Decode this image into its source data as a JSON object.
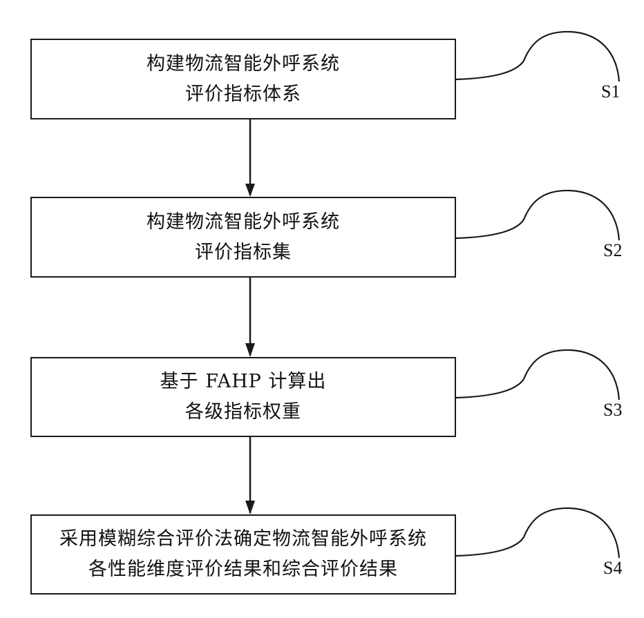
{
  "steps": [
    {
      "label": "S1",
      "line1": "构建物流智能外呼系统",
      "line2": "评价指标体系"
    },
    {
      "label": "S2",
      "line1": "构建物流智能外呼系统",
      "line2": "评价指标集"
    },
    {
      "label": "S3",
      "line1": "基于 FAHP 计算出",
      "line2": "各级指标权重"
    },
    {
      "label": "S4",
      "line1": "采用模糊综合评价法确定物流智能外呼系统",
      "line2": "各性能维度评价结果和综合评价结果"
    }
  ],
  "colors": {
    "stroke": "#1a1a1a",
    "text": "#111111",
    "background": "#ffffff"
  }
}
